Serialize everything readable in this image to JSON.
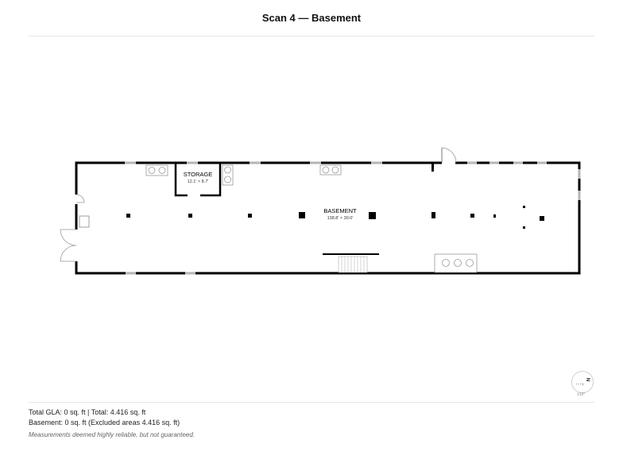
{
  "header": {
    "title": "Scan 4 — Basement"
  },
  "rooms": {
    "storage": {
      "name": "STORAGE",
      "dims": "12.1' × 8.7'"
    },
    "basement": {
      "name": "BASEMENT",
      "dims": "138.8' × 30.0'"
    }
  },
  "compass": {
    "label": "N",
    "degrees": "±10°"
  },
  "footer": {
    "line1": "Total GLA: 0 sq. ft | Total: 4.416 sq. ft",
    "line2": "Basement: 0 sq. ft (Excluded areas 4.416 sq. ft)",
    "disclaimer": "Measurements deemed highly reliable, but not guaranteed."
  },
  "colors": {
    "wall": "#000000",
    "window": "#b5b5b5",
    "appliance_outline": "#9a9a9a"
  }
}
